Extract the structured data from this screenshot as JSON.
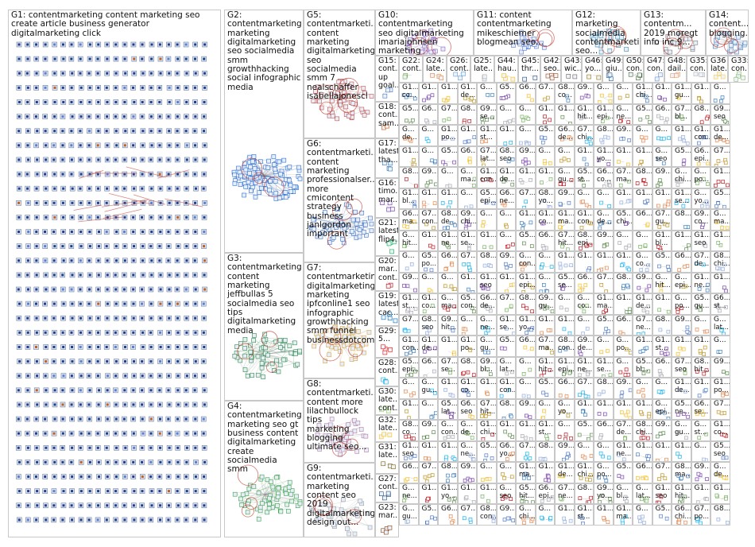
{
  "title": "NodeXL graph: contentmarketing Twitter network",
  "groups": [
    {
      "id": "G1",
      "label": "G1: contentmarketing content marketing seo create article business generator digitalmarketing click",
      "style": "grid",
      "color": "#1f3e8a"
    },
    {
      "id": "G2",
      "label": "G2:\ncontentmarketing\nmarketing\ndigitalmarketing\nseo socialmedia\nsmm\ngrowthhacking\nsocial infographic\nmedia",
      "style": "cluster",
      "color": "#2a6fd6"
    },
    {
      "id": "G3",
      "label": "G3:\ncontentmarketing\ncontent marketing\njeffbullas 5\nsocialmedia seo\ntips\ndigitalmarketing\nmedia",
      "style": "cluster",
      "color": "#2f8a4a"
    },
    {
      "id": "G4",
      "label": "G4:\ncontentmarketing\nmarketing seo gt\nbusiness content\ndigitalmarketing\ncreate socialmedia\nsmm",
      "style": "cluster",
      "color": "#3aa04a"
    },
    {
      "id": "G5",
      "label": "G5:\ncontentmarketi...\ncontent\nmarketing\ndigitalmarketing\nseo socialmedia\nsmm 7\nnealschaffer\nisabellajonescl",
      "style": "cluster",
      "color": "#c0504d"
    },
    {
      "id": "G6",
      "label": "G6:\ncontentmarketi...\ncontent\nmarketing\nprofessionalser...\nmore cmicontent\nstrategy\nbusiness\njanlgordon\nimportant",
      "style": "cluster",
      "color": "#3b6ec2"
    },
    {
      "id": "G7",
      "label": "G7:\ncontentmarketing\ndigitalmarketing\nmarketing\nipfconline1 seo\ninfographic\ngrowthhacking\nsmm funnel\nbusinessdotcom",
      "style": "cluster",
      "color": "#d9a441"
    },
    {
      "id": "G8",
      "label": "G8:\ncontentmarketi...\ncontent more\nlilachbullock tips\nmarketing\nblogging\nultimate seo...",
      "style": "cluster",
      "color": "#b07aa1"
    },
    {
      "id": "G9",
      "label": "G9:\ncontentmarketi...\nmarketing\ncontent seo\n2019\ndigitalmarketing\ndesign out...",
      "style": "cluster",
      "color": "#9aa0a6"
    },
    {
      "id": "G10",
      "label": "G10: contentmarketing\nseo digitalmarketing\nimariajohnsen marketing\ns tools...",
      "style": "cluster",
      "color": "#8a5cc0"
    },
    {
      "id": "G11",
      "label": "G11: content\ncontentmarketing\nmikeschiemer\nblogmean seo...",
      "style": "cluster",
      "color": "#5b7bd5"
    },
    {
      "id": "G12",
      "label": "G12: marketing\nsocialmedia\ncontentmarketing\nseo...",
      "style": "cluster",
      "color": "#3a8fb7"
    },
    {
      "id": "G13",
      "label": "G13:\ncontentm...\n2019 moregt\ninfo inc 9...",
      "style": "cluster",
      "color": "#7f7f7f"
    },
    {
      "id": "G14",
      "label": "G14:\ncontent...\nblogging...",
      "style": "cluster",
      "color": "#4f81bd"
    },
    {
      "id": "G15",
      "label": "G15:\ncont...\nup\ngoal...",
      "style": "small",
      "color": "#4472c4"
    },
    {
      "id": "G22",
      "label": "G22:\ncont...",
      "style": "small",
      "color": "#70ad47"
    },
    {
      "id": "G24",
      "label": "G24:\nlate...",
      "style": "small",
      "color": "#ed7d31"
    },
    {
      "id": "G26",
      "label": "G26:\ncont...",
      "style": "small",
      "color": "#5b9bd5"
    },
    {
      "id": "G25",
      "label": "G25:\nlate...",
      "style": "small",
      "color": "#a5a5a5"
    },
    {
      "id": "G44",
      "label": "G44:\nhau...",
      "style": "small",
      "color": "#ffc000"
    },
    {
      "id": "G45",
      "label": "G45:\nthr...",
      "style": "small",
      "color": "#264478"
    },
    {
      "id": "G42",
      "label": "G42:\nseo...",
      "style": "small",
      "color": "#9e480e"
    },
    {
      "id": "G43",
      "label": "G43:\nwic...",
      "style": "small",
      "color": "#636363"
    },
    {
      "id": "G46",
      "label": "G46:\nyo...",
      "style": "small",
      "color": "#997300"
    },
    {
      "id": "G49",
      "label": "G49:\ngiu...",
      "style": "small",
      "color": "#255e91"
    },
    {
      "id": "G50",
      "label": "G50:\ncon...",
      "style": "small",
      "color": "#43682b"
    },
    {
      "id": "G47",
      "label": "G47:\ncon...",
      "style": "small",
      "color": "#698ed0"
    },
    {
      "id": "G48",
      "label": "G48:\ndail...",
      "style": "small",
      "color": "#f1975a"
    },
    {
      "id": "G35",
      "label": "G35:\ncon...",
      "style": "small",
      "color": "#b7b7b7"
    },
    {
      "id": "G36",
      "label": "G36\nlate...",
      "style": "small",
      "color": "#ffcd33"
    },
    {
      "id": "G33",
      "label": "G33:\ncon...",
      "style": "small",
      "color": "#8cc168"
    },
    {
      "id": "G18",
      "label": "G18:\ncont...\nsam...",
      "style": "small",
      "color": "#c55a11"
    },
    {
      "id": "G17",
      "label": "G17:\nlatest\ntha...",
      "style": "small",
      "color": "#2e75b6"
    },
    {
      "id": "G16",
      "label": "G16:\ntimo...\nmar...",
      "style": "small",
      "color": "#7030a0"
    },
    {
      "id": "G21",
      "label": "G21:\nlatest\nflip4...",
      "style": "small",
      "color": "#00b050"
    },
    {
      "id": "G20",
      "label": "G20:\nmar...\ncont...",
      "style": "small",
      "color": "#c00000"
    },
    {
      "id": "G19",
      "label": "G19:\nlatest\ncac...",
      "style": "small",
      "color": "#0070c0"
    },
    {
      "id": "G29",
      "label": "G29:\n5...",
      "style": "small",
      "color": "#ff0000"
    },
    {
      "id": "G28",
      "label": "G28:\ncont...",
      "style": "small",
      "color": "#00b0f0"
    },
    {
      "id": "G30",
      "label": "G30:\nlate...\ncont...",
      "style": "small",
      "color": "#92d050"
    },
    {
      "id": "G32",
      "label": "G32:\nlate...",
      "style": "small",
      "color": "#ffc000"
    },
    {
      "id": "G31",
      "label": "G31:\nlate...",
      "style": "small",
      "color": "#7f6000"
    },
    {
      "id": "G27",
      "label": "G27:\ncont...",
      "style": "small",
      "color": "#1f4e79"
    },
    {
      "id": "G23",
      "label": "G23:\nmar...",
      "style": "small",
      "color": "#833c0b"
    }
  ],
  "mini_labels": [
    "G1...",
    "G1...",
    "G1...",
    "G1...",
    "G...",
    "G5...",
    "G6...",
    "G7...",
    "G8...",
    "G9...",
    "G...",
    "G..."
  ],
  "mini_subs": [
    "co...",
    "lat...",
    "ma...",
    "seo",
    "con...",
    "hit...",
    "de...",
    "epi...",
    "chi...",
    "ne...",
    "po...",
    "se...",
    "gu...",
    "yo...",
    "st...",
    "bl..."
  ]
}
